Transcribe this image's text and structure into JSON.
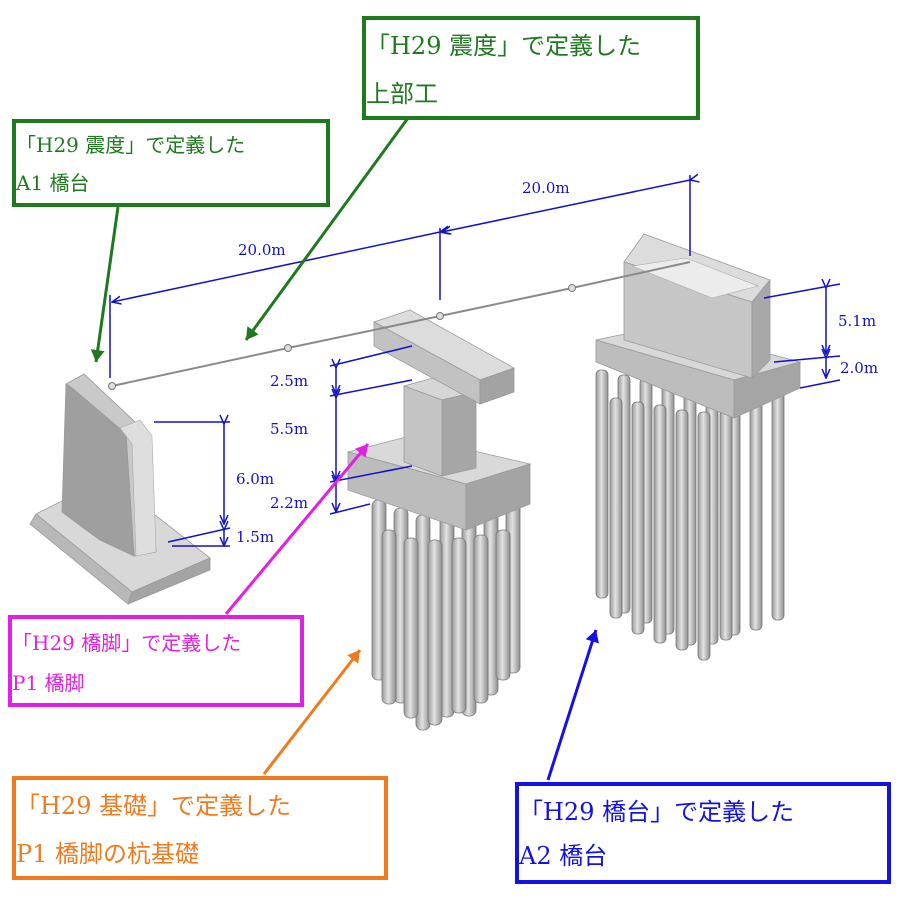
{
  "callouts": {
    "superstructure": {
      "line1": "「H29 震度」で定義した",
      "line2": "上部工",
      "color": "#1f7a1f"
    },
    "a1_abutment": {
      "line1": "「H29 震度」で定義した",
      "line2": "A1 橋台",
      "color": "#1f7a1f"
    },
    "p1_pier": {
      "line1": "「H29 橋脚」で定義した",
      "line2": "P1 橋脚",
      "color": "#e21fe2"
    },
    "p1_foundation": {
      "line1": "「H29 基礎」で定義した",
      "line2": "P1 橋脚の杭基礎",
      "color": "#f07a1e"
    },
    "a2_abutment": {
      "line1": "「H29 橋台」で定義した",
      "line2": "A2 橋台",
      "color": "#1212e6"
    }
  },
  "dimensions": {
    "span_left": "20.0m",
    "span_right": "20.0m",
    "a1_height": "6.0m",
    "a1_footing": "1.5m",
    "p1_beam": "2.5m",
    "p1_column": "5.5m",
    "p1_footing": "2.2m",
    "a2_wall": "5.1m",
    "a2_footing": "2.0m",
    "color": "#1111cc"
  }
}
